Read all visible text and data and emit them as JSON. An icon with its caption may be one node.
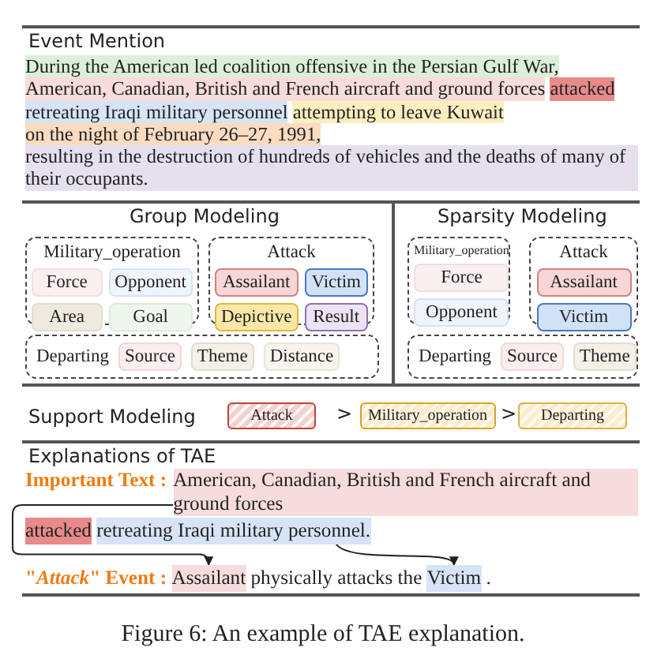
{
  "diagram": {
    "caption": "Figure 6: An example of TAE explanation.",
    "nodes": [
      {
        "text": [
          "During the American led coalition offensive in the Persian Gulf War,"
        ]
      },
      {
        "text": [
          "American, Canadian, British and French aircraft and ground forces"
        ]
      },
      {
        "text": [
          "attacked"
        ]
      },
      {
        "text": [
          "retreating Iraqi military personnel"
        ]
      },
      {
        "text": [
          "attempting to leave Kuwait"
        ]
      },
      {
        "text": [
          "on the night of February 26–27, 1991,"
        ]
      },
      {
        "text": [
          "resulting in the destruction of hundreds of vehicles and the deaths of many of their occupants."
        ]
      },
      {
        "text": [
          "Military_operation"
        ]
      },
      {
        "text": [
          "Force"
        ],
        "in": 7
      },
      {
        "text": [
          "Opponent"
        ],
        "in": 7
      },
      {
        "text": [
          "Area"
        ],
        "in": 7
      },
      {
        "text": [
          "Goal"
        ],
        "in": 7
      },
      {
        "text": [
          "Attack"
        ]
      },
      {
        "text": [
          "Assailant"
        ],
        "in": 12
      },
      {
        "text": [
          "Victim"
        ],
        "in": 12
      },
      {
        "text": [
          "Depictive"
        ],
        "in": 12
      },
      {
        "text": [
          "Result"
        ],
        "in": 12
      },
      {
        "text": [
          "Departing"
        ]
      },
      {
        "text": [
          "Source"
        ],
        "in": 17
      },
      {
        "text": [
          "Theme"
        ],
        "in": 17
      },
      {
        "text": [
          "Distance"
        ],
        "in": 17
      },
      {
        "text": [
          "Military_operation"
        ]
      },
      {
        "text": [
          "Force"
        ],
        "in": 21
      },
      {
        "text": [
          "Opponent"
        ],
        "in": 21
      },
      {
        "text": [
          "Attack"
        ]
      },
      {
        "text": [
          "Assailant"
        ],
        "in": 24
      },
      {
        "text": [
          "Victim"
        ],
        "in": 24
      },
      {
        "text": [
          "Departing"
        ]
      },
      {
        "text": [
          "Source"
        ],
        "in": 27
      },
      {
        "text": [
          "Theme"
        ],
        "in": 27
      },
      {
        "text": [
          "Attack"
        ]
      },
      {
        "text": [
          "Military_operation"
        ]
      },
      {
        "text": [
          "Departing"
        ]
      },
      {
        "text": [
          "American, Canadian, British and French aircraft and ground forces"
        ]
      },
      {
        "text": [
          "attacked"
        ]
      },
      {
        "text": [
          "retreating Iraqi military personnel."
        ]
      },
      {
        "text": [
          "Assailant"
        ]
      },
      {
        "text": [
          "Victim"
        ]
      }
    ],
    "edges": [
      {
        "from": 33,
        "to": 36,
        "arrow": "to"
      },
      {
        "from": 35,
        "to": 37,
        "arrow": "to"
      }
    ],
    "labels": [
      "Event Mention",
      "Group Modeling",
      "Sparsity Modeling",
      "Support Modeling",
      ">",
      ">",
      "Explanations of TAE",
      "Important Text :",
      "\"*Attack*\" Event :",
      "physically attacks the",
      "."
    ]
  }
}
